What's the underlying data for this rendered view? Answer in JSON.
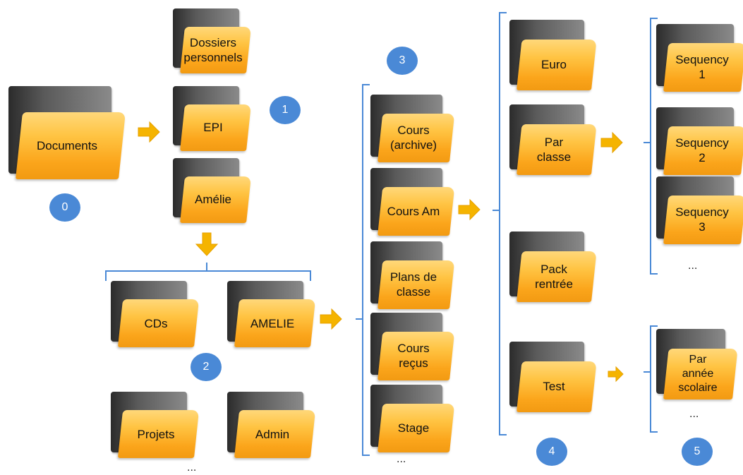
{
  "folders": {
    "documents": "Documents",
    "dossiers_personnels": "Dossiers\npersonnels",
    "epi": "EPI",
    "amelie": "Amélie",
    "cds": "CDs",
    "amelie_upper": "AMELIE",
    "projets": "Projets",
    "admin": "Admin",
    "cours_archive": "Cours\n(archive)",
    "cours_am": "Cours Am",
    "plans_de_classe": "Plans de\nclasse",
    "cours_recus": "Cours\nreçus",
    "stage": "Stage",
    "euro": "Euro",
    "par_classe": "Par\nclasse",
    "pack_rentree": "Pack\nrentrée",
    "test": "Test",
    "sequency_1": "Sequency\n1",
    "sequency_2": "Sequency\n2",
    "sequency_3": "Sequency\n3",
    "par_annee_scolaire": "Par\nannée\nscolaire"
  },
  "badges": {
    "b0": "0",
    "b1": "1",
    "b2": "2",
    "b3": "3",
    "b4": "4",
    "b5": "5"
  },
  "ellipsis": "...",
  "colors": {
    "folder_front": "#fba51b",
    "folder_back": "#4a4a4a",
    "badge": "#4a89d6",
    "arrow": "#f5b400",
    "bracket": "#4a89d6"
  }
}
